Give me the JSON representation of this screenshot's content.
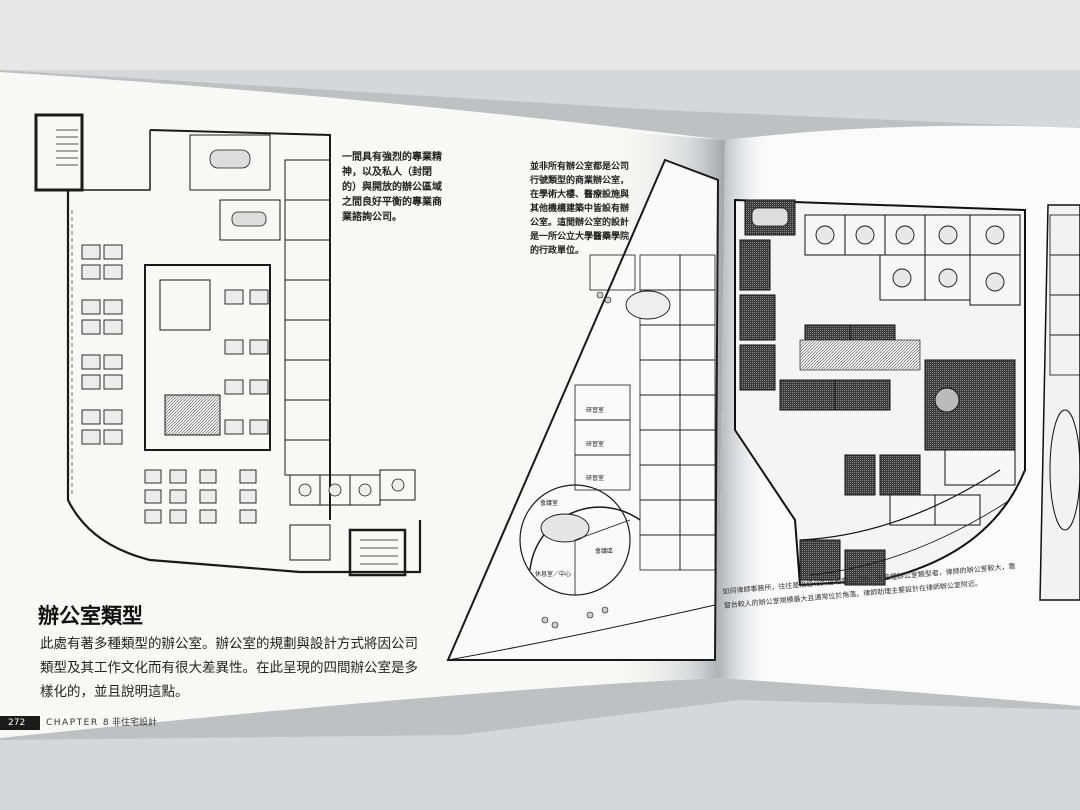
{
  "left_page": {
    "plan_caption": "一間具有強烈的專業精神，以及私人（封閉的）與開放的辦公區域之間良好平衡的專業商業諮詢公司。",
    "heading": "辦公室類型",
    "body": "此處有著多種類型的辦公室。辦公室的規劃與設計方式將因公司類型及其工作文化而有很大差異性。在此呈現的四間辦公室是多樣化的，並且說明這點。",
    "footer": {
      "page_number": "272",
      "chapter": "CHAPTER 8",
      "chapter_title": "非住宅設計"
    }
  },
  "middle_plan": {
    "caption": "並非所有辦公室都是公司行號類型的商業辦公室，在學術大樓、醫療設施與其他機構建築中皆設有辦公室。這間辦公室的設計是一所公立大學醫藥學院的行政單位。",
    "room_labels": [
      "會議室",
      "休息室／中心",
      "會議區",
      "研習室",
      "研習室",
      "研習室"
    ]
  },
  "right_page": {
    "caption": "如同律師事務所，往往是階級化的且相當正式的。在這種辦公室類型者，律師的辦公室較大，靠窗台較人的辦公室規模最大且通常位於角落。律師助理主要設計在律師辦公室附近。"
  },
  "colors": {
    "background": "#d9dadb",
    "paper": "#f7f7f5",
    "ink": "#1a1a1a",
    "shadow": "#b9bcbf"
  }
}
